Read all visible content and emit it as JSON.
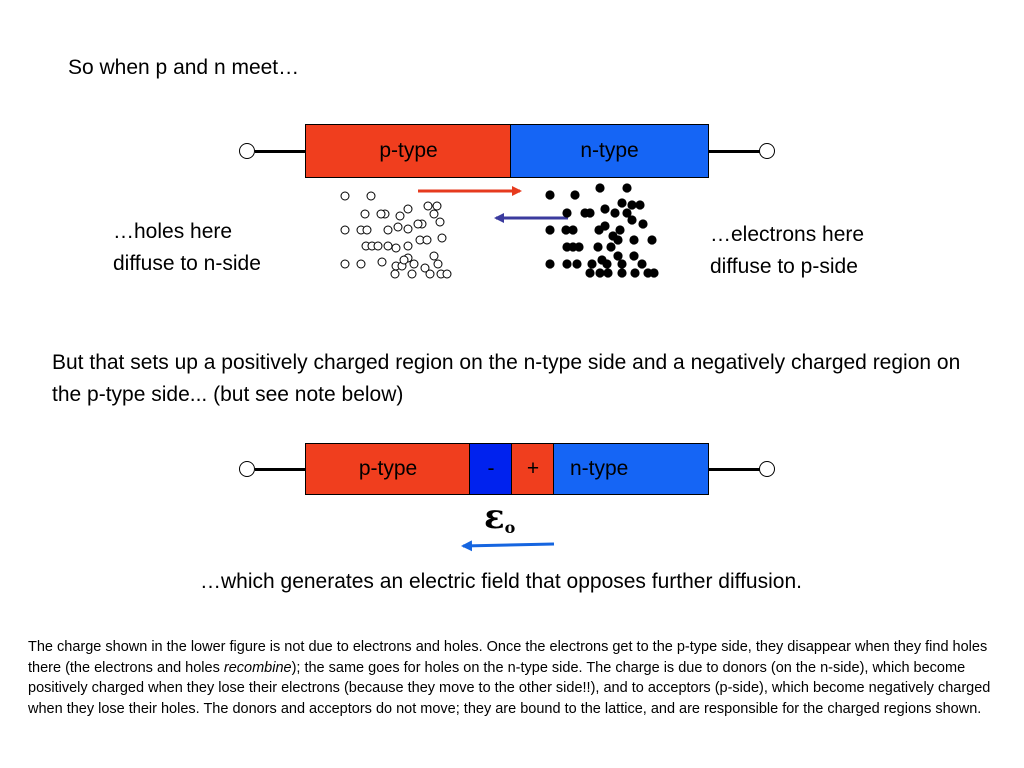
{
  "heading": "So when p and n meet…",
  "top_diagram": {
    "p_label": "p-type",
    "n_label": "n-type",
    "holes_caption_line1": "…holes here",
    "holes_caption_line2": "diffuse to n-side",
    "electrons_caption_line1": "…electrons here",
    "electrons_caption_line2": "diffuse to p-side",
    "hole_arrow_color": "#e63a1e",
    "electron_arrow_color": "#3b3b9e",
    "hole_count": 44,
    "electron_count": 47
  },
  "statement": "But that sets up a positively charged region on the n-type side and a negatively charged region on the p-type side...  (but see note below)",
  "bottom_diagram": {
    "p_label": "p-type",
    "n_label": "n-type",
    "negative_sign": "-",
    "positive_sign": "+",
    "field_symbol": "ε",
    "field_subscript": "o",
    "field_arrow_color": "#1565e0"
  },
  "conclusion": "…which generates an electric field that opposes further diffusion.",
  "footnote": {
    "before_italic": "The charge shown in the lower figure is not due to electrons and holes. Once the electrons get to the p-type side, they disappear when they find holes there (the electrons and holes ",
    "italic": "recombine",
    "after_italic": "); the same goes for holes on the n-type side. The charge is due to donors (on the n-side), which become positively charged when they lose their electrons (because they move to the other side!!), and to acceptors (p-side), which become negatively charged when they lose their holes. The donors and acceptors do not move; they are bound to the lattice, and are responsible for the charged regions shown."
  }
}
